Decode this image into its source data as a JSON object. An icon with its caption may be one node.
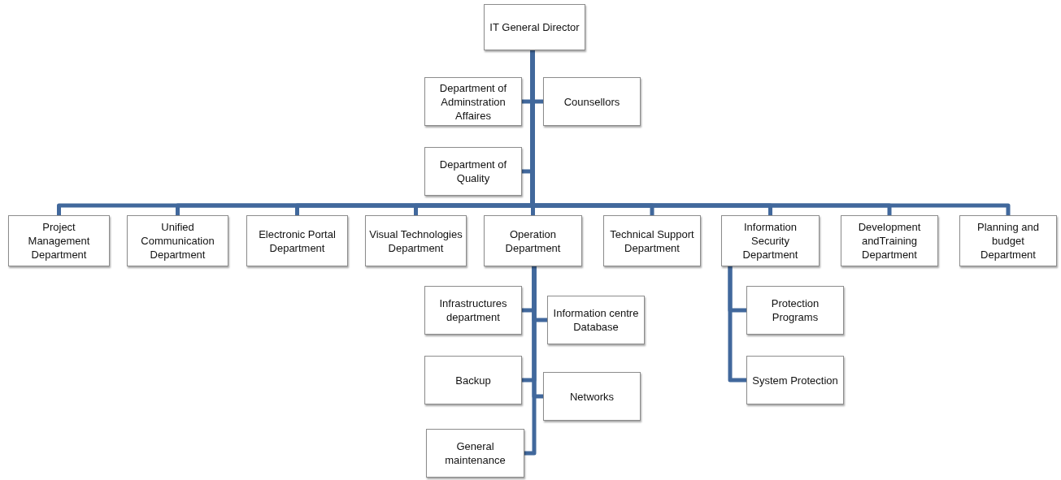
{
  "diagram": {
    "nodes": [
      {
        "text": [
          "IT General Director"
        ]
      },
      {
        "text": [
          "Department  of Adminstration Affaires"
        ]
      },
      {
        "text": [
          "Counsellors"
        ]
      },
      {
        "text": [
          "Department of Quality"
        ]
      },
      {
        "text": [
          "Project Management Department"
        ]
      },
      {
        "text": [
          "Unified Communication Department"
        ]
      },
      {
        "text": [
          "Electronic Portal Department"
        ]
      },
      {
        "text": [
          "Visual Technologies Department"
        ]
      },
      {
        "text": [
          "Operation Department"
        ]
      },
      {
        "text": [
          "Technical Support Department"
        ]
      },
      {
        "text": [
          "Information Security Department"
        ]
      },
      {
        "text": [
          "Development andTraining Department"
        ]
      },
      {
        "text": [
          "Planning and budget Department"
        ]
      },
      {
        "text": [
          "Infrastructures department"
        ]
      },
      {
        "text": [
          "Information centre Database"
        ]
      },
      {
        "text": [
          "Backup"
        ]
      },
      {
        "text": [
          "Networks"
        ]
      },
      {
        "text": [
          "General maintenance"
        ]
      },
      {
        "text": [
          "Protection Programs"
        ]
      },
      {
        "text": [
          "System Protection"
        ]
      }
    ],
    "edges": [
      {
        "from": 0,
        "to": 1,
        "arrow": "none"
      },
      {
        "from": 0,
        "to": 2,
        "arrow": "none"
      },
      {
        "from": 0,
        "to": 3,
        "arrow": "none"
      },
      {
        "from": 0,
        "to": 4,
        "arrow": "none"
      },
      {
        "from": 0,
        "to": 5,
        "arrow": "none"
      },
      {
        "from": 0,
        "to": 6,
        "arrow": "none"
      },
      {
        "from": 0,
        "to": 7,
        "arrow": "none"
      },
      {
        "from": 0,
        "to": 8,
        "arrow": "none"
      },
      {
        "from": 0,
        "to": 9,
        "arrow": "none"
      },
      {
        "from": 0,
        "to": 10,
        "arrow": "none"
      },
      {
        "from": 0,
        "to": 11,
        "arrow": "none"
      },
      {
        "from": 0,
        "to": 12,
        "arrow": "none"
      },
      {
        "from": 8,
        "to": 13,
        "arrow": "none"
      },
      {
        "from": 8,
        "to": 14,
        "arrow": "none"
      },
      {
        "from": 8,
        "to": 15,
        "arrow": "none"
      },
      {
        "from": 8,
        "to": 16,
        "arrow": "none"
      },
      {
        "from": 8,
        "to": 17,
        "arrow": "none"
      },
      {
        "from": 10,
        "to": 18,
        "arrow": "none"
      },
      {
        "from": 10,
        "to": 19,
        "arrow": "none"
      }
    ]
  }
}
